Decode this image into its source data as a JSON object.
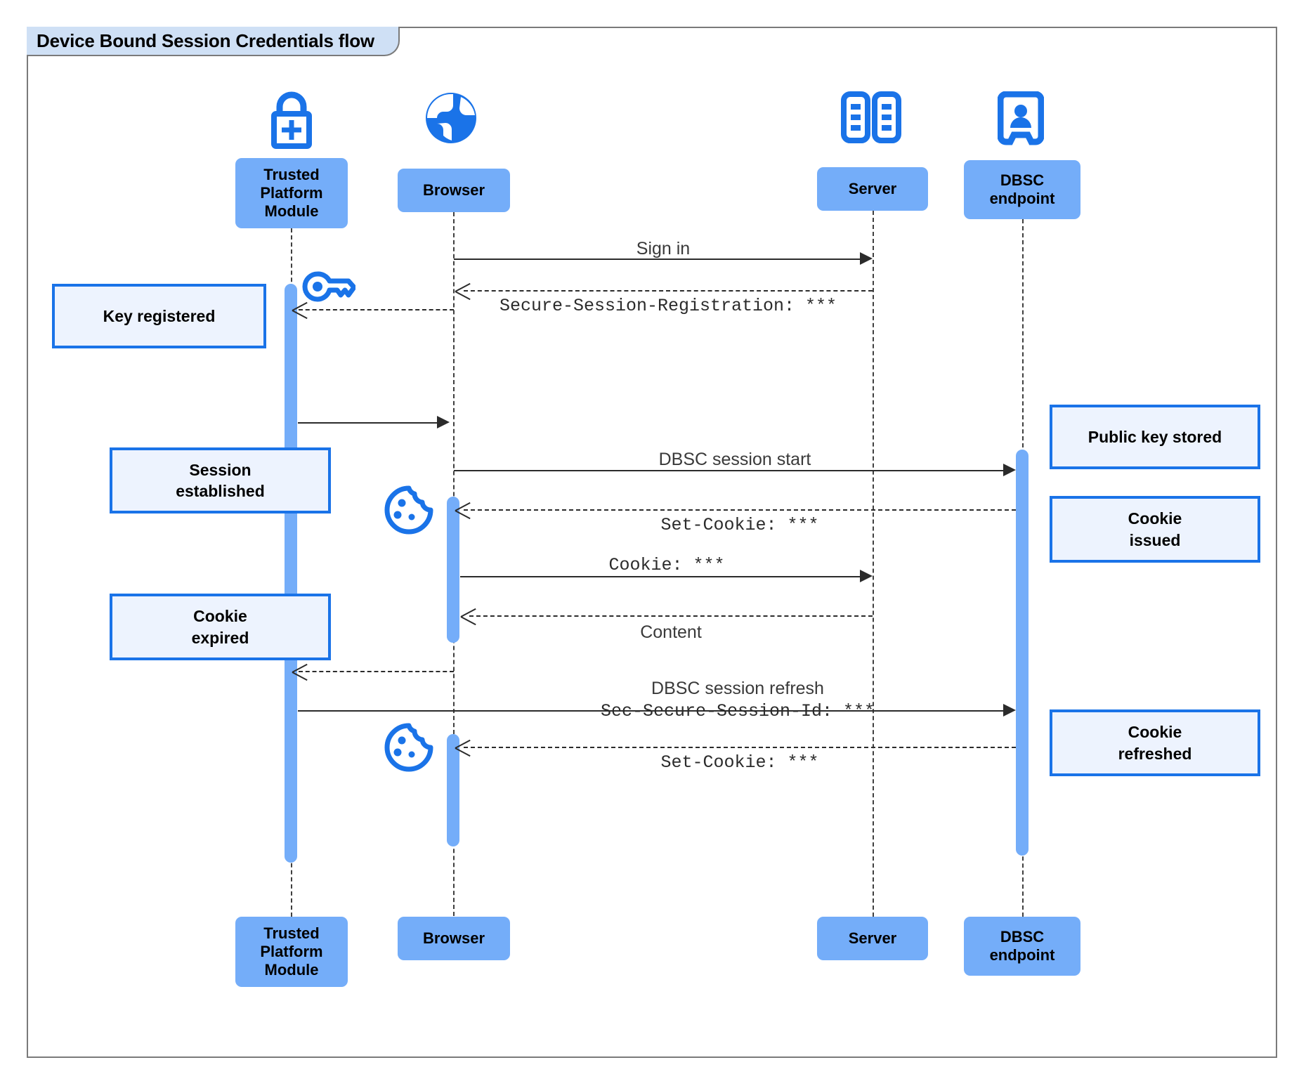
{
  "diagram": {
    "title": "Device Bound Session Credentials flow",
    "type": "sequence-diagram",
    "colors": {
      "participant_fill": "#74adf9",
      "note_fill": "#edf3fe",
      "note_border": "#1a73e8",
      "activation_fill": "#74adf9",
      "icon_blue": "#1a73e8",
      "frame_border": "#7a7a7a",
      "title_tab_fill": "#cfe0f5",
      "line": "#2b2b2b"
    }
  },
  "participants": [
    {
      "id": "tpm",
      "label": "Trusted\nPlatform\nModule",
      "icon": "lock-plus-icon"
    },
    {
      "id": "browser",
      "label": "Browser",
      "icon": "globe-icon"
    },
    {
      "id": "server",
      "label": "Server",
      "icon": "server-rack-icon"
    },
    {
      "id": "dbsc",
      "label": "DBSC\nendpoint",
      "icon": "id-badge-icon"
    }
  ],
  "messages": [
    {
      "id": "m1",
      "from": "browser",
      "to": "server",
      "label": "Sign in",
      "style": "solid",
      "font": "sans"
    },
    {
      "id": "m2",
      "from": "server",
      "to": "browser",
      "label": "Secure-Session-Registration: ***",
      "style": "dashed",
      "font": "mono"
    },
    {
      "id": "m3",
      "from": "tpm",
      "to": "browser",
      "label": "",
      "style": "solid",
      "font": "sans"
    },
    {
      "id": "m4",
      "from": "browser",
      "to": "dbsc",
      "label": "DBSC session start",
      "style": "solid",
      "font": "sans"
    },
    {
      "id": "m5",
      "from": "dbsc",
      "to": "browser",
      "label": "Set-Cookie: ***",
      "style": "dashed",
      "font": "mono"
    },
    {
      "id": "m6",
      "from": "browser",
      "to": "server",
      "label": "Cookie: ***",
      "style": "solid",
      "font": "mono"
    },
    {
      "id": "m7",
      "from": "server",
      "to": "browser",
      "label": "Content",
      "style": "dashed",
      "font": "sans"
    },
    {
      "id": "m8",
      "from": "browser",
      "to": "tpm",
      "label": "",
      "style": "dashed",
      "font": "sans"
    },
    {
      "id": "m9",
      "from": "tpm",
      "to": "dbsc",
      "label_line1": "DBSC session refresh",
      "label_line2": "Sec-Secure-Session-Id: ***",
      "style": "solid",
      "font": "mixed"
    },
    {
      "id": "m10",
      "from": "dbsc",
      "to": "browser",
      "label": "Set-Cookie: ***",
      "style": "dashed",
      "font": "mono"
    }
  ],
  "notes": [
    {
      "id": "n1",
      "text": "Key registered",
      "side": "left",
      "attached_to": "tpm"
    },
    {
      "id": "n2",
      "text": "Session\nestablished",
      "side": "left",
      "attached_to": "tpm"
    },
    {
      "id": "n3",
      "text": "Cookie\nexpired",
      "side": "left",
      "attached_to": "tpm"
    },
    {
      "id": "n4",
      "text": "Public key stored",
      "side": "right",
      "attached_to": "dbsc"
    },
    {
      "id": "n5",
      "text": "Cookie\nissued",
      "side": "right",
      "attached_to": "dbsc"
    },
    {
      "id": "n6",
      "text": "Cookie\nrefreshed",
      "side": "right",
      "attached_to": "dbsc"
    }
  ],
  "inline_icons": [
    {
      "id": "key1",
      "name": "key-icon",
      "near": "tpm"
    },
    {
      "id": "cookie1",
      "name": "cookie-icon",
      "near": "browser"
    },
    {
      "id": "cookie2",
      "name": "cookie-icon",
      "near": "browser"
    }
  ],
  "labels": {
    "tpm_head": "Trusted\nPlatform\nModule",
    "browser_head": "Browser",
    "server_head": "Server",
    "dbsc_head": "DBSC\nendpoint",
    "tpm_foot": "Trusted\nPlatform\nModule",
    "browser_foot": "Browser",
    "server_foot": "Server",
    "dbsc_foot": "DBSC\nendpoint",
    "m1": "Sign in",
    "m2": "Secure-Session-Registration: ***",
    "m4": "DBSC session start",
    "m5": "Set-Cookie: ***",
    "m6": "Cookie: ***",
    "m7": "Content",
    "m9a": "DBSC session refresh",
    "m9b": "Sec-Secure-Session-Id: ***",
    "m10": "Set-Cookie: ***",
    "n1": "Key registered",
    "n2_l1": "Session",
    "n2_l2": "established",
    "n3_l1": "Cookie",
    "n3_l2": "expired",
    "n4": "Public key stored",
    "n5_l1": "Cookie",
    "n5_l2": "issued",
    "n6_l1": "Cookie",
    "n6_l2": "refreshed"
  }
}
